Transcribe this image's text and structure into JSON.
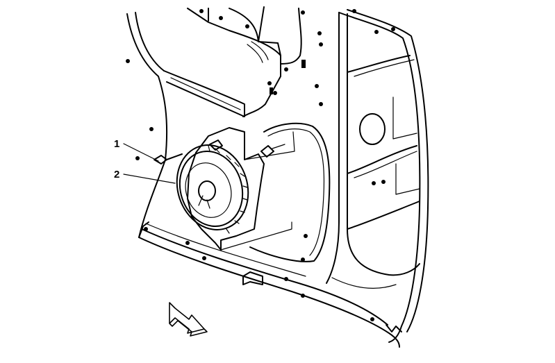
{
  "callouts": [
    {
      "label": "1",
      "part": "fastener"
    },
    {
      "label": "2",
      "part": "speaker"
    }
  ],
  "colors": {
    "line": "#000000",
    "background": "#ffffff",
    "arrow_fill": "#ffffff"
  },
  "icons": {
    "direction_arrow": "arrow-down-right-icon"
  }
}
